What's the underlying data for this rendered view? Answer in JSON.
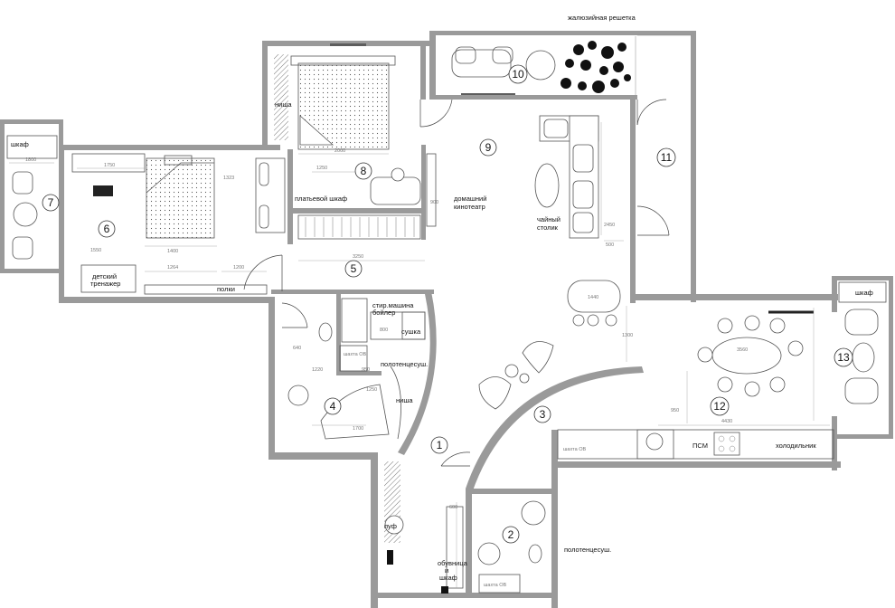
{
  "rooms": [
    {
      "id": "room-1",
      "number": "1"
    },
    {
      "id": "room-2",
      "number": "2"
    },
    {
      "id": "room-3",
      "number": "3"
    },
    {
      "id": "room-4",
      "number": "4"
    },
    {
      "id": "room-5",
      "number": "5"
    },
    {
      "id": "room-6",
      "number": "6"
    },
    {
      "id": "room-7",
      "number": "7"
    },
    {
      "id": "room-8",
      "number": "8"
    },
    {
      "id": "room-9",
      "number": "9"
    },
    {
      "id": "room-10",
      "number": "10"
    },
    {
      "id": "room-11",
      "number": "11"
    },
    {
      "id": "room-12",
      "number": "12"
    },
    {
      "id": "room-13",
      "number": "13"
    }
  ],
  "labels": {
    "blinds_grille": "жалюзийная решетка",
    "wardrobe_left": "шкаф",
    "niche_bedroom": "ниша",
    "dressing": "платьевой шкаф",
    "home_cinema_1": "домашний",
    "home_cinema_2": "кинотеатр",
    "tea_table_1": "чайный",
    "tea_table_2": "столик",
    "kids_trainer_1": "детский",
    "kids_trainer_2": "тренажер",
    "shelves": "полки",
    "washer": "стир.машина",
    "boiler": "бойлер",
    "dryer": "сушка",
    "towel_1": "полотенцесуш.",
    "shaft_1": "шахта ОВ",
    "niche_bath": "ниша",
    "shaft_2": "шахта ОВ",
    "pouf": "пуф",
    "shoes_1": "обувница",
    "shoes_2": "и",
    "shoes_3": "шкаф",
    "towel_2": "полотенцесуш.",
    "shaft_3": "шахта ОВ",
    "dishwasher": "ПСМ",
    "fridge": "холодильник",
    "wardrobe_right": "шкаф"
  },
  "dimensions": [
    "1750",
    "1323",
    "1400",
    "1264",
    "1200",
    "1250",
    "2000",
    "1800",
    "1550",
    "3250",
    "1250",
    "800",
    "1220",
    "2450",
    "3560",
    "4430",
    "1700",
    "600",
    "640",
    "950",
    "500",
    "1440",
    "1300",
    "900",
    "950"
  ]
}
